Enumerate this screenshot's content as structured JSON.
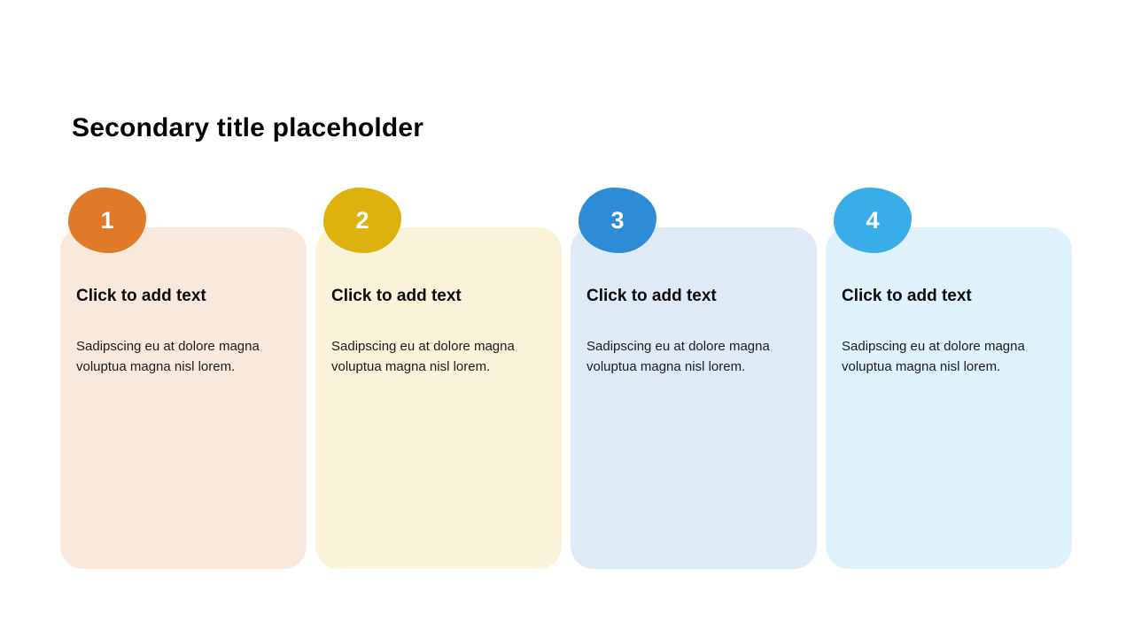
{
  "slide": {
    "title": "Secondary title placeholder",
    "background_color": "#ffffff"
  },
  "cards": [
    {
      "number": "1",
      "badge_color": "#DE7A28",
      "card_bg": "#F9E9DC",
      "heading": "Click to add text",
      "body": "Sadipscing eu at dolore magna voluptua magna nisl lorem."
    },
    {
      "number": "2",
      "badge_color": "#DDB10E",
      "card_bg": "#FAF2D9",
      "heading": "Click to add text",
      "body": "Sadipscing eu at dolore magna voluptua magna nisl lorem."
    },
    {
      "number": "3",
      "badge_color": "#2E8CD6",
      "card_bg": "#DEEAF6",
      "heading": "Click to add text",
      "body": "Sadipscing eu at dolore magna voluptua magna nisl lorem."
    },
    {
      "number": "4",
      "badge_color": "#38ADE8",
      "card_bg": "#DFF2FB",
      "heading": "Click to add text",
      "body": "Sadipscing eu at dolore magna voluptua magna nisl lorem."
    }
  ]
}
